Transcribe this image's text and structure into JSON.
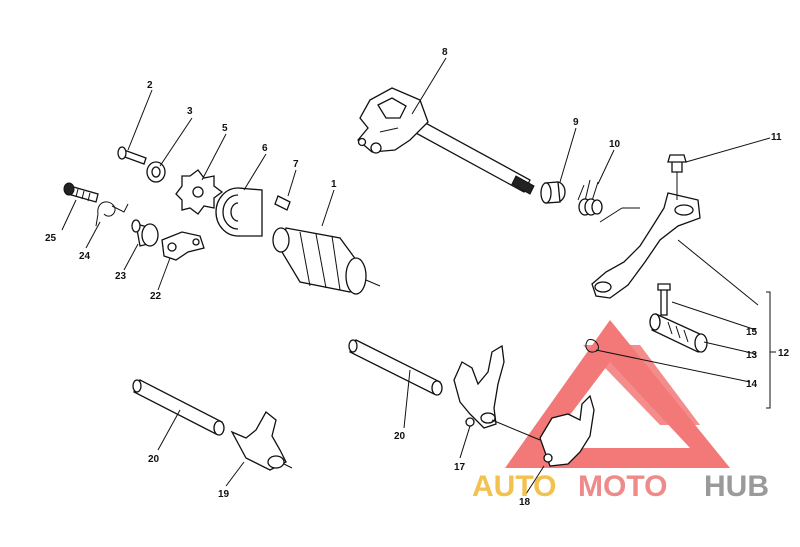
{
  "diagram": {
    "callouts": [
      {
        "id": "1",
        "label": "1"
      },
      {
        "id": "2",
        "label": "2"
      },
      {
        "id": "3",
        "label": "3"
      },
      {
        "id": "5",
        "label": "5"
      },
      {
        "id": "6",
        "label": "6"
      },
      {
        "id": "7",
        "label": "7"
      },
      {
        "id": "8",
        "label": "8"
      },
      {
        "id": "9",
        "label": "9"
      },
      {
        "id": "10",
        "label": "10"
      },
      {
        "id": "11",
        "label": "11"
      },
      {
        "id": "12",
        "label": "12"
      },
      {
        "id": "13",
        "label": "13"
      },
      {
        "id": "14",
        "label": "14"
      },
      {
        "id": "15",
        "label": "15"
      },
      {
        "id": "17",
        "label": "17"
      },
      {
        "id": "18",
        "label": "18"
      },
      {
        "id": "19",
        "label": "19"
      },
      {
        "id": "20a",
        "label": "20"
      },
      {
        "id": "20b",
        "label": "20"
      },
      {
        "id": "22",
        "label": "22"
      },
      {
        "id": "23",
        "label": "23"
      },
      {
        "id": "24",
        "label": "24"
      },
      {
        "id": "25",
        "label": "25"
      }
    ]
  },
  "watermark": {
    "part1": "AUTO",
    "part2": "MOTO",
    "part3": "HUB",
    "colors": {
      "auto": "#f2c14e",
      "moto": "#ef8a8a",
      "hub": "#9a9a9a",
      "triangle": "#ef4b4b"
    }
  }
}
